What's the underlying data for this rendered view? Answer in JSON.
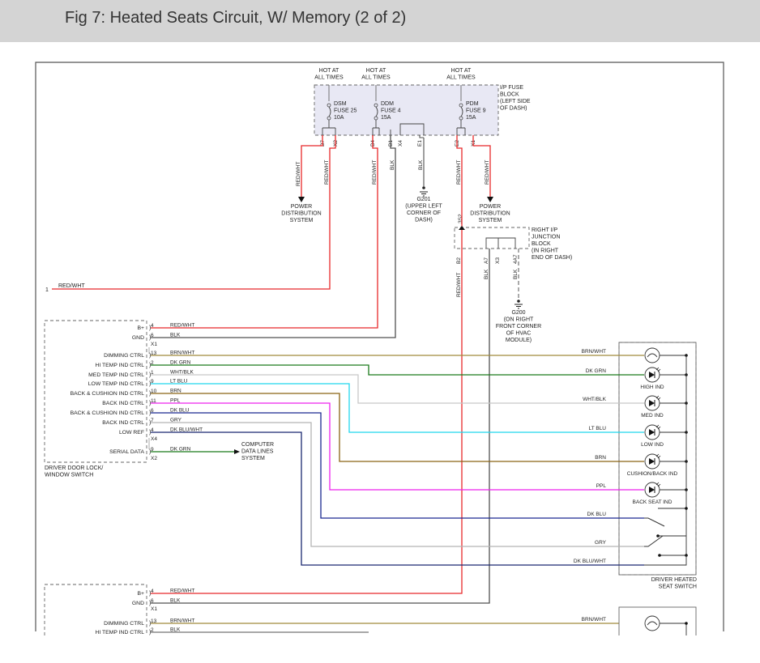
{
  "page_title": "Fig 7: Heated Seats Circuit, W/ Memory (2 of 2)",
  "colors": {
    "red_wht": "#e8282a",
    "blk": "#505050",
    "brn_wht": "#a08a3c",
    "dk_grn": "#1a7a1a",
    "wht_blk": "#c8c8c8",
    "lt_blu": "#22d8ee",
    "brn": "#8a6414",
    "ppl": "#ee22ee",
    "dk_blu": "#1a2890",
    "gry": "#b4b4b4",
    "dk_blu_wht": "#1a2870",
    "box_fill": "#e8e8f4"
  },
  "fuse_block": {
    "hot_labels": [
      [
        "HOT AT",
        "ALL TIMES"
      ],
      [
        "HOT AT",
        "ALL TIMES"
      ],
      [
        "HOT AT",
        "ALL TIMES"
      ]
    ],
    "fuses": [
      [
        "DSM",
        "FUSE 25",
        "10A"
      ],
      [
        "DDM",
        "FUSE 4",
        "15A"
      ],
      [
        "PDM",
        "FUSE 9",
        "15A"
      ]
    ],
    "label": [
      "I/P FUSE",
      "BLOCK",
      "(LEFT SIDE",
      "OF DASH)"
    ],
    "pins": [
      "B7",
      "X2",
      "B4",
      "B1",
      "X4",
      "E1",
      "E2",
      "X1"
    ]
  },
  "power_dist_left": [
    "POWER",
    "DISTRIBUTION",
    "SYSTEM"
  ],
  "power_dist_right": [
    "POWER",
    "DISTRIBUTION",
    "SYSTEM"
  ],
  "g201": [
    "G201",
    "(UPPER LEFT",
    "CORNER OF",
    "DASH)"
  ],
  "g200": [
    "G200",
    "(ON RIGHT",
    "FRONT CORNER",
    "OF HVAC",
    "MODULE)"
  ],
  "junction_block": {
    "label": [
      "RIGHT I/P",
      "JUNCTION",
      "BLOCK",
      "(IN RIGHT",
      "END OF DASH)"
    ],
    "top_pin": "3S2",
    "pins": [
      "B2",
      "A7",
      "X3",
      "4A7"
    ]
  },
  "wire_labels": {
    "red_wht": "RED/WHT",
    "blk": "BLK",
    "brn_wht": "BRN/WHT",
    "dk_grn": "DK GRN",
    "wht_blk": "WHT/BLK",
    "lt_blu": "LT BLU",
    "brn": "BRN",
    "ppl": "PPL",
    "dk_blu": "DK BLU",
    "gry": "GRY",
    "dk_blu_wht": "DK BLU/WHT"
  },
  "left_connector": {
    "pin": "1",
    "wire": "RED/WHT"
  },
  "driver_switch": {
    "label": [
      "DRIVER DOOR LOCK/",
      "WINDOW SWITCH"
    ],
    "pins": [
      {
        "name": "B+",
        "pin": "4",
        "wire": "RED/WHT"
      },
      {
        "name": "GND",
        "pin": "6",
        "wire": "BLK"
      },
      {
        "name": "DIMMING CTRL",
        "pin": "13",
        "wire": "BRN/WHT"
      },
      {
        "name": "HI TEMP IND CTRL",
        "pin": "2",
        "wire": "DK GRN"
      },
      {
        "name": "MED TEMP IND CTRL",
        "pin": "1",
        "wire": "WHT/BLK"
      },
      {
        "name": "LOW TEMP IND CTRL",
        "pin": "9",
        "wire": "LT BLU"
      },
      {
        "name": "BACK & CUSHION IND CTRL",
        "pin": "10",
        "wire": "BRN"
      },
      {
        "name": "BACK IND CTRL",
        "pin": "11",
        "wire": "PPL"
      },
      {
        "name": "BACK & CUSHION IND CTRL",
        "pin": "6",
        "wire": "DK BLU"
      },
      {
        "name": "BACK IND CTRL",
        "pin": "7",
        "wire": "GRY"
      },
      {
        "name": "LOW REF",
        "pin": "4",
        "wire": "DK BLU/WHT"
      },
      {
        "name": "SERIAL DATA",
        "pin": "9",
        "wire": "DK GRN"
      }
    ],
    "connectors": [
      "X1",
      "X4",
      "X2"
    ]
  },
  "computer_data": [
    "COMPUTER",
    "DATA LINES",
    "SYSTEM"
  ],
  "seat_switch": {
    "label": [
      "DRIVER HEATED",
      "SEAT SWITCH"
    ],
    "indicators": [
      "HIGH IND",
      "MED IND",
      "LOW IND",
      "CUSHION/BACK IND",
      "BACK SEAT IND"
    ]
  },
  "passenger_switch_partial": {
    "pins": [
      {
        "name": "B+",
        "pin": "4",
        "wire": "RED/WHT"
      },
      {
        "name": "GND",
        "pin": "6",
        "wire": "BLK"
      },
      {
        "name": "DIMMING CTRL",
        "pin": "13",
        "wire": "BRN/WHT"
      },
      {
        "name": "HI TEMP IND CTRL",
        "pin": "2",
        "wire": "BLK"
      }
    ],
    "connectors": [
      "X1"
    ]
  }
}
